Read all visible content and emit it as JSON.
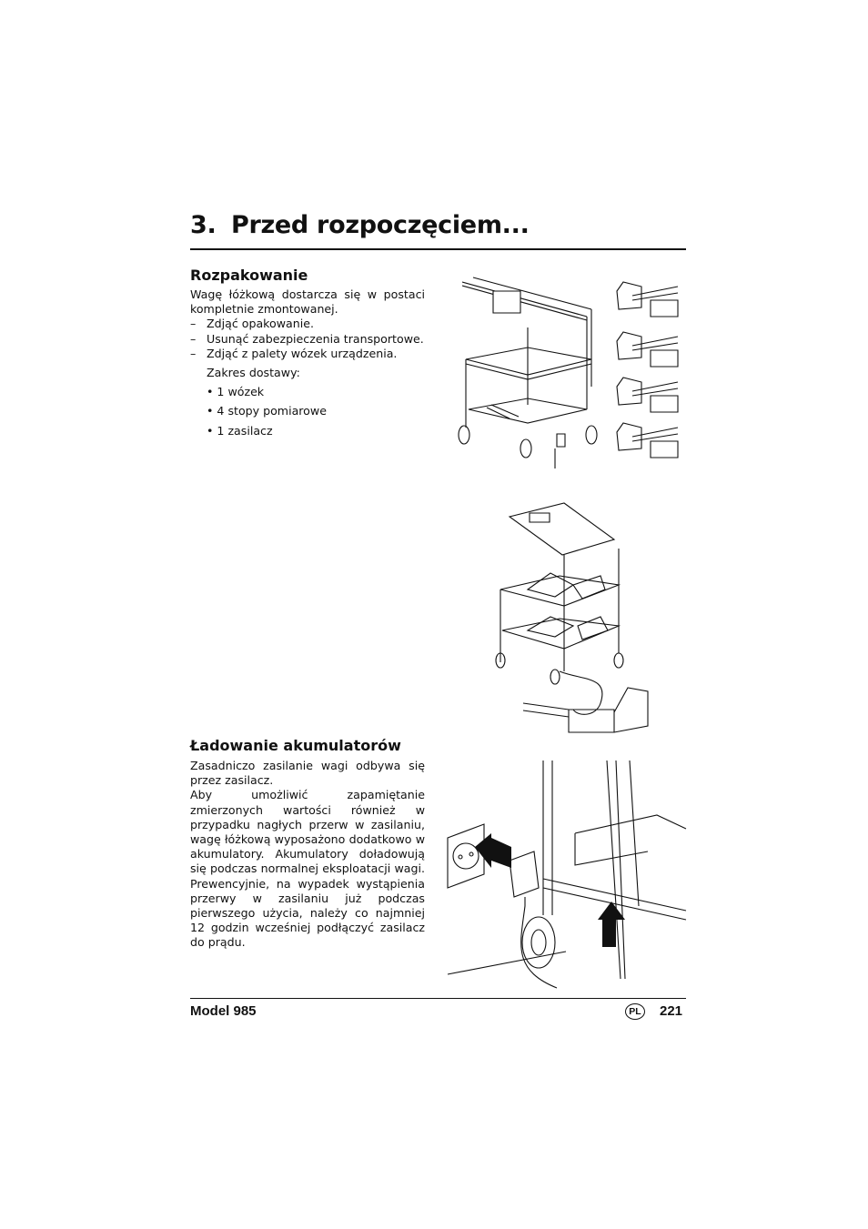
{
  "page": {
    "title_number": "3.",
    "title_text": "Przed rozpoczęciem..."
  },
  "unpacking": {
    "heading": "Rozpakowanie",
    "intro": "Wagę łóżkową dostarcza się w postaci kompletnie zmontowanej.",
    "steps": [
      "Zdjąć opakowanie.",
      "Usunąć zabezpieczenia transportowe.",
      "Zdjąć z palety wózek urządzenia."
    ],
    "scope_label": "Zakres dostawy:",
    "scope_items": [
      "• 1 wózek",
      "• 4 stopy pomiarowe",
      "• 1 zasilacz"
    ]
  },
  "charging": {
    "heading": "Ładowanie akumulatorów",
    "paragraph_1": "Zasadniczo zasilanie wagi odbywa się przez zasilacz.",
    "paragraph_2": "Aby umożliwić zapamiętanie zmierzonych wartości również w przypadku nagłych przerw w zasilaniu, wagę łóżkową wyposażono dodatkowo w akumulatory. Akumulatory doładowują się podczas normalnej eksploatacji wagi. Prewencyjnie, na wypadek wystąpienia przerwy w zasilaniu już podczas pierwszego użycia, należy co najmniej 12 godzin wcześniej podłączyć zasilacz do prądu."
  },
  "footer": {
    "model": "Model 985",
    "language_code": "PL",
    "page_number": "221"
  }
}
